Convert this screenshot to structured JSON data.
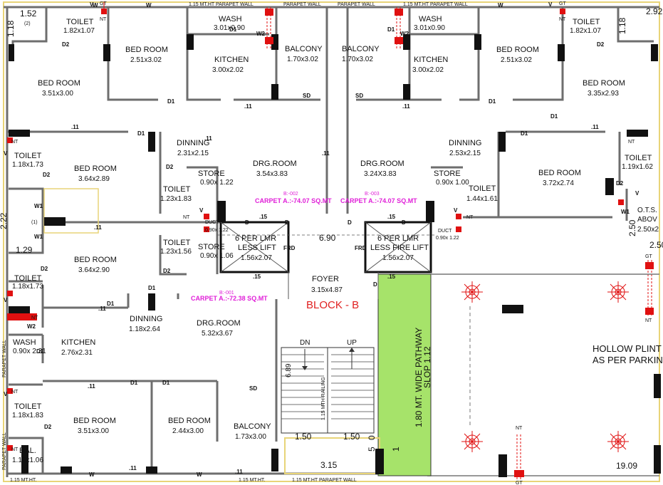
{
  "title": "BLOCK - B",
  "parapet": {
    "top_label": "1.15 MT.HT PARAPET WALL",
    "top_label2": "PARAPET WALL",
    "top_label3": "PARAPET WALL",
    "bottom_label1": "1.15 MT.HT.",
    "bottom_label2": "1.15 MT.HT.",
    "bottom_label3": "1.15 MT.HT PARAPET WALL",
    "left_label1": "PARAPET WALL",
    "left_label2": "PARAPET WALL"
  },
  "rooms": {
    "toilet_tl": {
      "name": "TOILET",
      "dim": "1.82x1.07"
    },
    "wash_l": {
      "name": "WASH",
      "dim": "3.01x0.90"
    },
    "bed_tl": {
      "name": "BED ROOM",
      "dim": "2.51x3.02"
    },
    "kitchen_l": {
      "name": "KITCHEN",
      "dim": "3.00x2.02"
    },
    "balcony_l": {
      "name": "BALCONY",
      "dim": "1.70x3.02"
    },
    "balcony_r": {
      "name": "BALCONY",
      "dim": "1.70x3.02"
    },
    "wash_r": {
      "name": "WASH",
      "dim": "3.01x0.90"
    },
    "kitchen_r": {
      "name": "KITCHEN",
      "dim": "3.00x2.02"
    },
    "bed_tr": {
      "name": "BED ROOM",
      "dim": "2.51x3.02"
    },
    "toilet_tr": {
      "name": "TOILET",
      "dim": "1.82x1.07"
    },
    "bed_l1": {
      "name": "BED ROOM",
      "dim": "3.51x3.00"
    },
    "bed_r1": {
      "name": "BED ROOM",
      "dim": "3.35x2.93"
    },
    "dinning_l": {
      "name": "DINNING",
      "dim": "2.31x2.15"
    },
    "dinning_r": {
      "name": "DINNING",
      "dim": "2.53x2.15"
    },
    "toilet_l2": {
      "name": "TOILET",
      "dim": "1.18x1.73"
    },
    "bed_l2": {
      "name": "BED ROOM",
      "dim": "3.64x2.89"
    },
    "store_l": {
      "name": "STORE",
      "dim": "0.90x 1.22"
    },
    "drg_l": {
      "name": "DRG.ROOM",
      "dim": "3.54x3.83"
    },
    "drg_r": {
      "name": "DRG.ROOM",
      "dim": "3.24X3.83"
    },
    "store_r": {
      "name": "STORE",
      "dim": "0.90x 1.00"
    },
    "toilet_r2": {
      "name": "TOILET",
      "dim": "1.19x1.62"
    },
    "bed_r2": {
      "name": "BED ROOM",
      "dim": "3.72x2.74"
    },
    "toilet_l3": {
      "name": "TOILET",
      "dim": "1.23x1.83"
    },
    "toilet_r3": {
      "name": "TOILET",
      "dim": "1.44x1.61"
    },
    "toilet_l4": {
      "name": "TOILET",
      "dim": "1.23x1.56"
    },
    "store_l2": {
      "name": "STORE",
      "dim": "0.90x 1.06"
    },
    "bed_l3": {
      "name": "BED ROOM",
      "dim": "3.64x2.90"
    },
    "toilet_l5": {
      "name": "TOILET",
      "dim": "1.18x1.73"
    },
    "dinning_b": {
      "name": "DINNING",
      "dim": "1.18x2.64"
    },
    "drg_b": {
      "name": "DRG.ROOM",
      "dim": "5.32x3.67"
    },
    "kitchen_b": {
      "name": "KITCHEN",
      "dim": "2.76x2.31"
    },
    "wash_b": {
      "name": "WASH",
      "dim": "0.90x 2.31"
    },
    "toilet_b": {
      "name": "TOILET",
      "dim": "1.18x1.83"
    },
    "bed_b1": {
      "name": "BED ROOM",
      "dim": "3.51x3.00"
    },
    "bed_b2": {
      "name": "BED ROOM",
      "dim": "2.44x3.00"
    },
    "balcony_b": {
      "name": "BALCONY",
      "dim": "1.73x3.00"
    },
    "bal_b": {
      "name": "BAL.",
      "dim": "1.18x1.06"
    },
    "foyer": {
      "name": "FOYER",
      "dim": "3.15x4.87"
    }
  },
  "lifts": {
    "left": {
      "line1": "6 PER LMR",
      "line2": "LESS LIFT",
      "dim": "1.56x2.07"
    },
    "right": {
      "line1": "6 PER LMR",
      "line2": "LESS FIRE LIFT",
      "dim": "1.56x2.07"
    }
  },
  "carpet": {
    "b002": {
      "code": "B:-002",
      "text": "CARPET A.:-74.07 SQ.MT"
    },
    "b003": {
      "code": "B:-003",
      "text": "CARPET A.:-74.07 SQ.MT"
    },
    "b001": {
      "code": "B:-001",
      "text": "CARPET A.:-72.38 SQ.MT"
    }
  },
  "pathway": {
    "line1": "1.80 MT. WIDE PATHWAY",
    "line2": "SLOP 1.12"
  },
  "hollow": {
    "line1": "HOLLOW PLINT",
    "line2": "AS PER PARKIN"
  },
  "ots": {
    "line1": "O.T.S.",
    "line2": "ABOV",
    "dim": "2.50x2"
  },
  "stair": {
    "dn": "DN",
    "up": "UP",
    "rail": "1.15 MTH RAILING",
    "height": "6.89"
  },
  "measures": {
    "m152": "1.52",
    "m152b": "(2)",
    "m118": "1.18",
    "m222": "2.22",
    "m129": "1.29",
    "m1": "(1)",
    "m690": "6.90",
    "m150a": "1.50",
    "m150b": "1.50",
    "m315": "3.15",
    "m250": "2.50",
    "m250b": "2.50",
    "m1909": "19.09",
    "m292": "2.92",
    "m118r": "1.18",
    "m5": "5",
    "m1b": "1",
    "m0": "0"
  },
  "marks": {
    "d": "D",
    "d1": "D1",
    "d2": "D2",
    "w": "W",
    "w1": "W1",
    "w2": "W2",
    "v": "V",
    "sd": "SD",
    "frd": "FRD",
    "nt": "NT",
    "gt": "GT",
    "p11": ".11",
    "p15": ".15",
    "duct": "DUCT",
    "duct_dim": "0.90x 1.22"
  },
  "colors": {
    "pathway": "#a6e36a",
    "carpet": "#e020d8",
    "block": "#e02020",
    "railing": "#e01010"
  }
}
